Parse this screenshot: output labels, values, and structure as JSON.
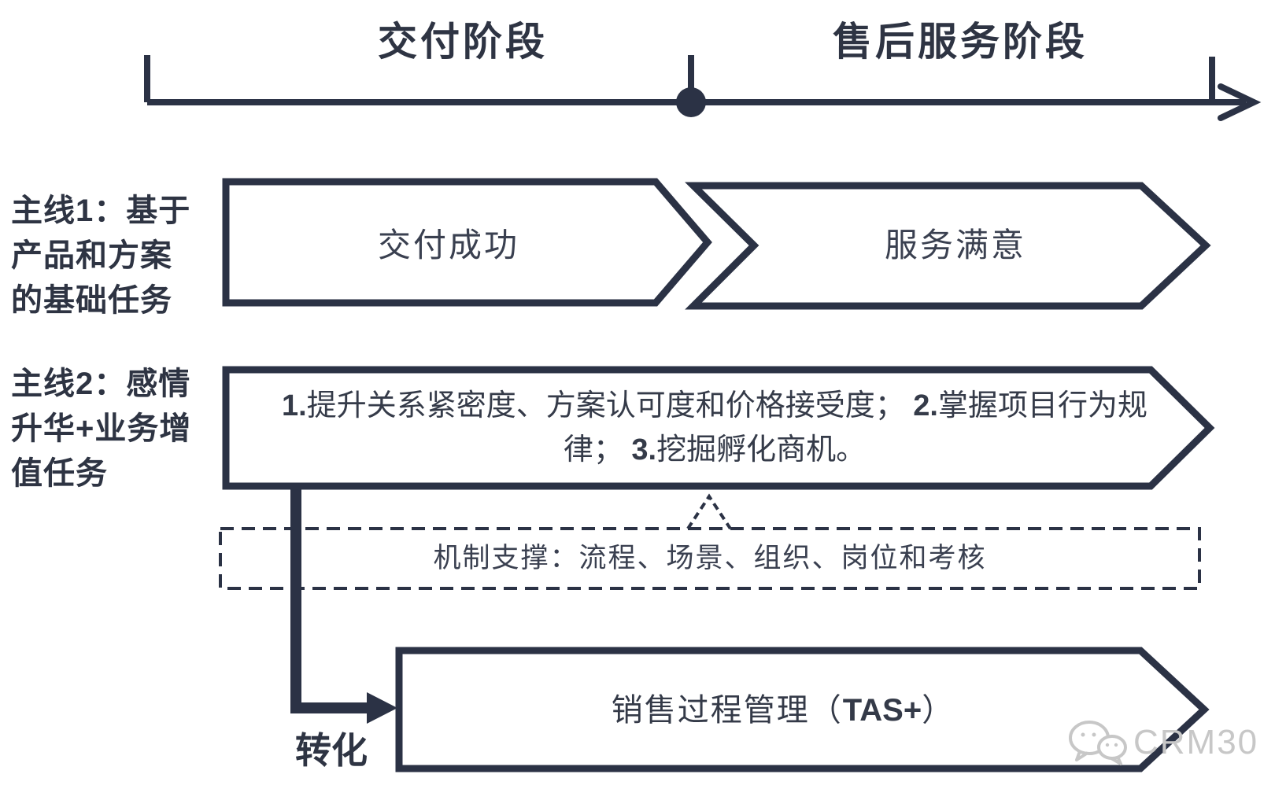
{
  "colors": {
    "ink": "#2b3245",
    "body_text": "#3a4050",
    "watermark": "#c7c7c7"
  },
  "timeline": {
    "phase1_label": "交付阶段",
    "phase2_label": "售后服务阶段"
  },
  "row1": {
    "side_lines": [
      "主线1：基于",
      "产品和方案",
      "的基础任务"
    ],
    "chevron1_label": "交付成功",
    "chevron2_label": "服务满意"
  },
  "row2": {
    "side_lines": [
      "主线2：感情",
      "升华+业务增",
      "值任务"
    ],
    "line1": [
      {
        "n": "1.",
        "t": "提升关系紧密度、方案认可度和价格接受度； "
      },
      {
        "n": "2.",
        "t": "掌握项目行为规"
      }
    ],
    "line2": [
      {
        "t": "律； "
      },
      {
        "n": "3.",
        "t": "挖掘孵化商机。"
      }
    ]
  },
  "support": {
    "label": "机制支撑：流程、场景、组织、岗位和考核"
  },
  "transform": {
    "label": "转化"
  },
  "bottom": {
    "prefix": "销售过程管理（",
    "bold": "TAS+",
    "suffix": "）"
  },
  "watermark": {
    "text": "CRM30"
  }
}
